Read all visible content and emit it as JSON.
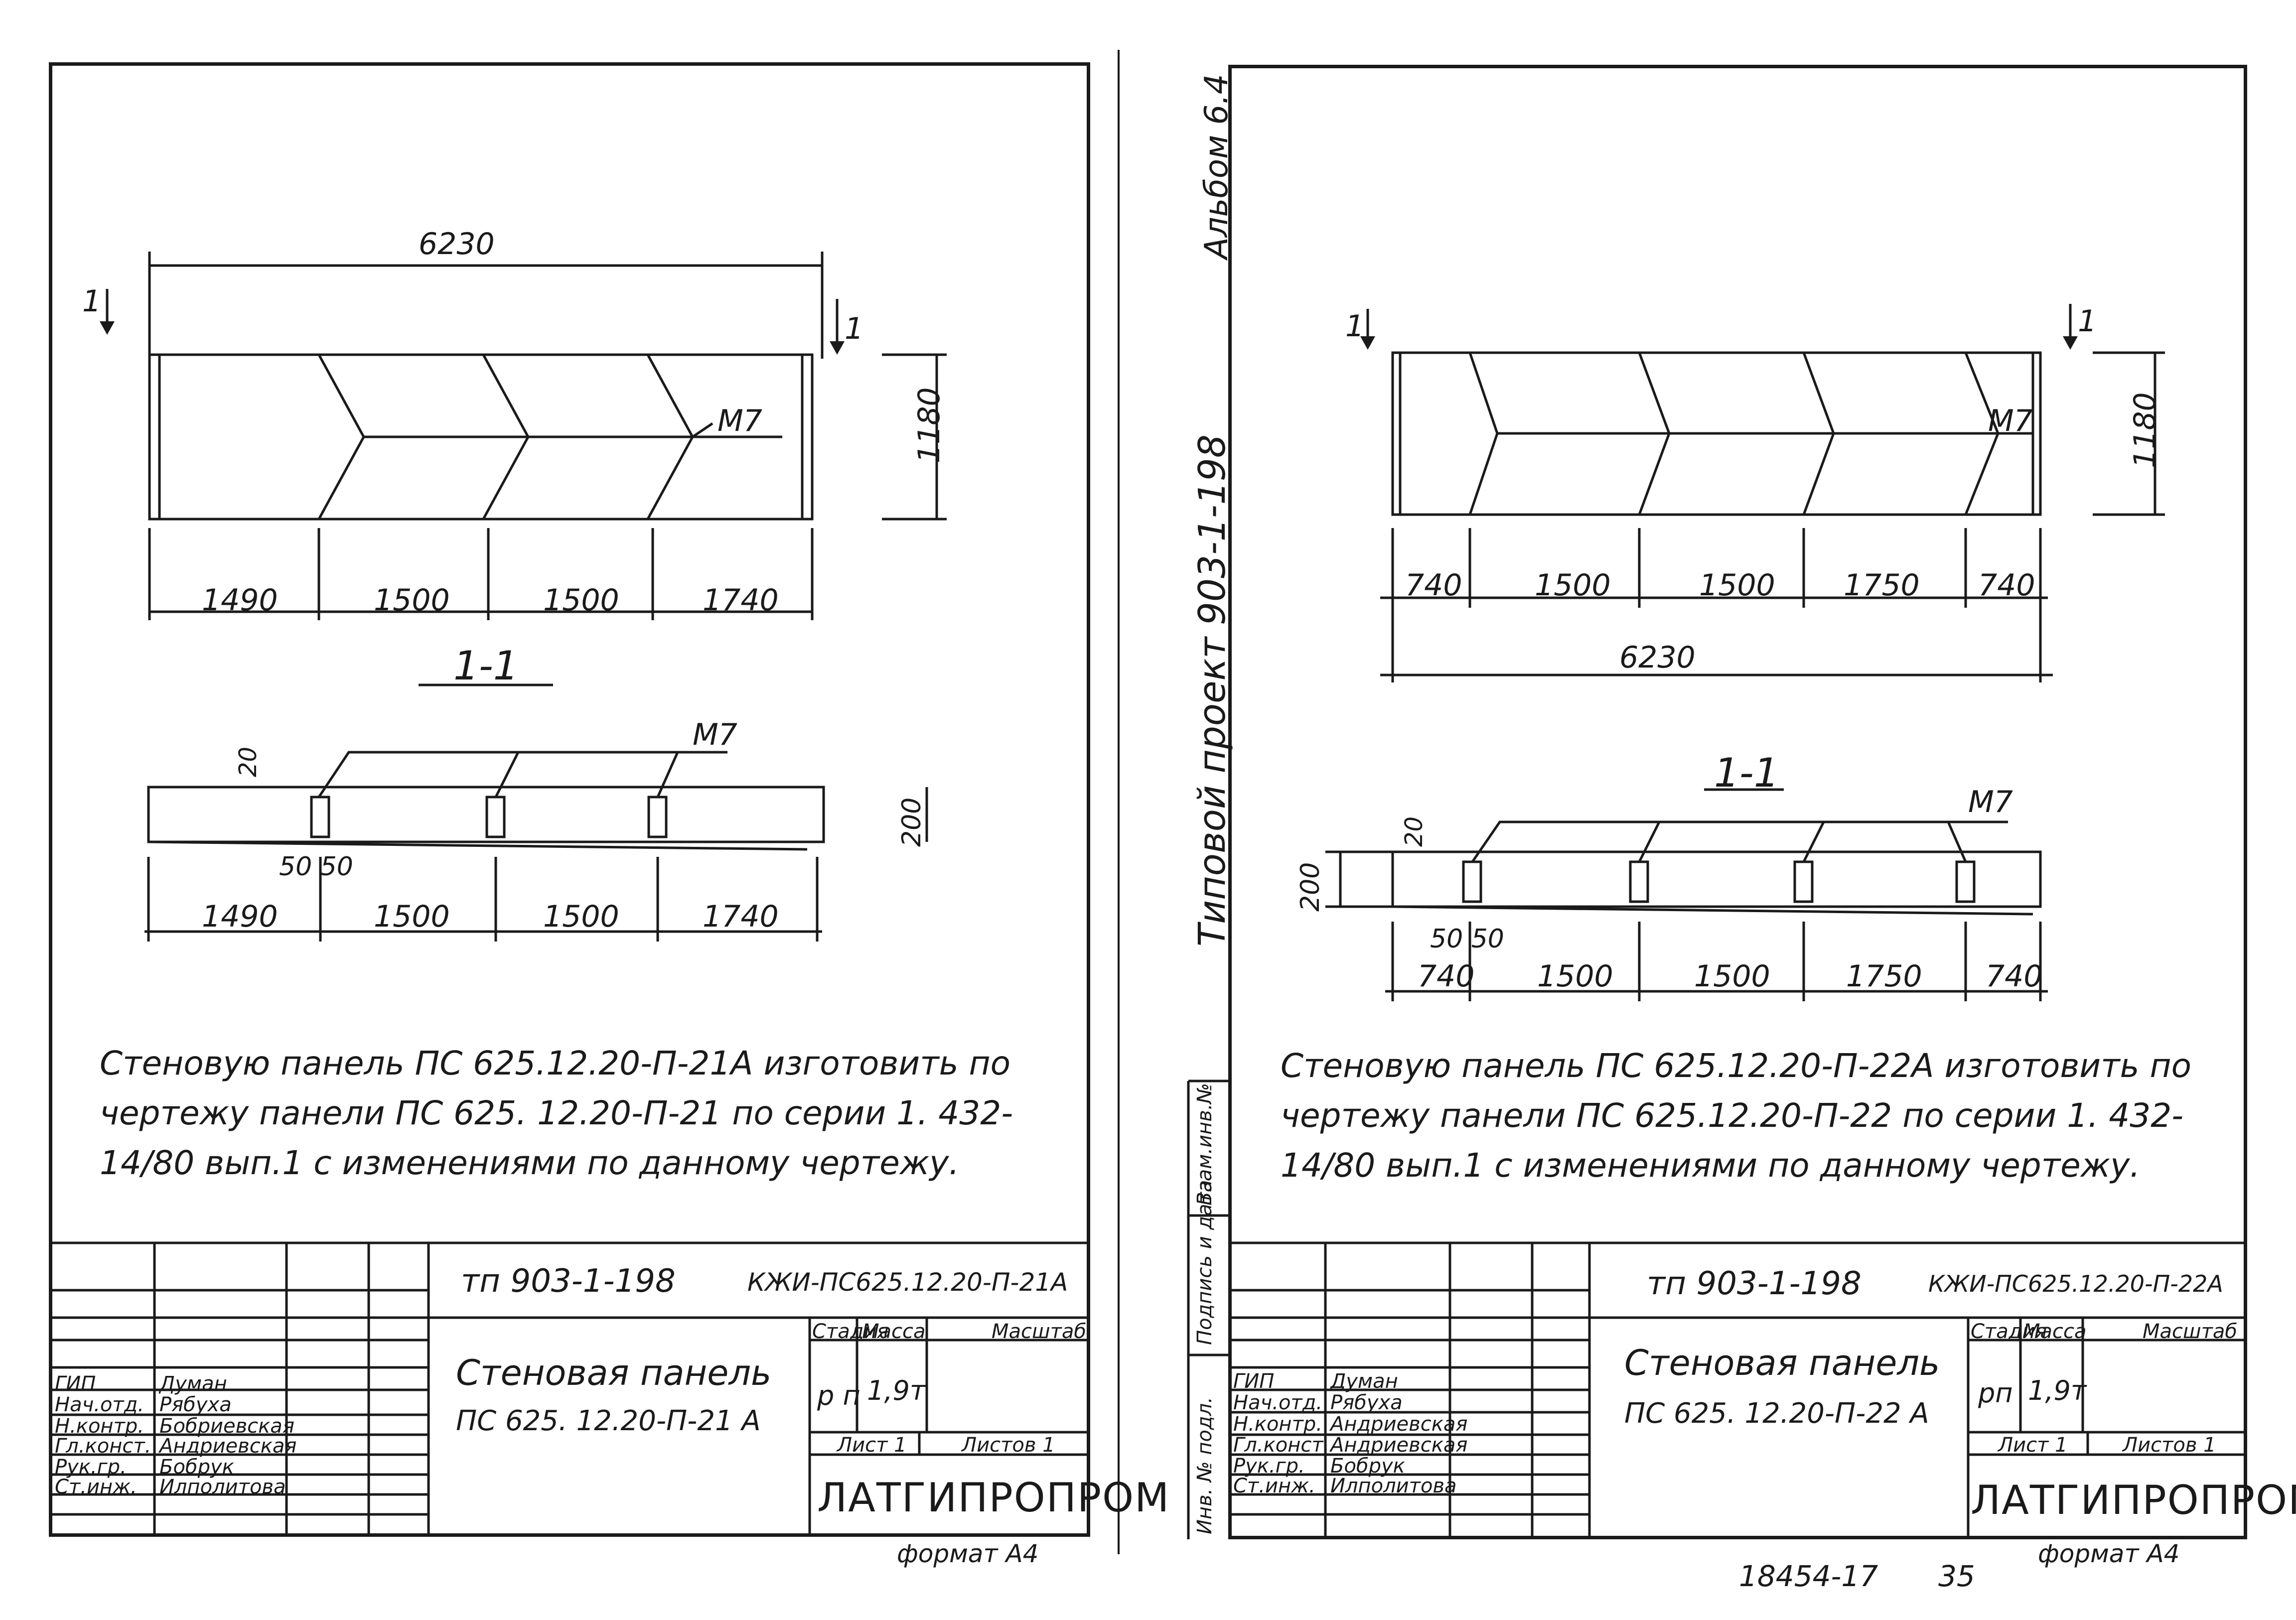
{
  "left_sheet": {
    "plan": {
      "overall": "6230",
      "height": "1180",
      "segments": [
        "1490",
        "1500",
        "1500",
        "1740"
      ],
      "cut_left": "1",
      "cut_right": "1",
      "mark": "М7"
    },
    "section": {
      "title": "1-1",
      "mark": "М7",
      "thickness": "200",
      "offset": "20",
      "gap": "50 50",
      "segments": [
        "1490",
        "1500",
        "1500",
        "1740"
      ]
    },
    "note": "Стеновую панель ПС 625.12.20-П-21А изготовить по чертежу панели ПС 625. 12.20-П-21 по серии 1. 432-14/80 вып.1 с изменениями по данному чертежу.",
    "title_block": {
      "project": "тп 903-1-198",
      "code": "КЖИ-ПС625.12.20-П-21А",
      "name_line1": "Стеновая панель",
      "name_line2": "ПС 625. 12.20-П-21 А",
      "stage_label": "Стадия",
      "mass_label": "Масса",
      "scale_label": "Масштаб",
      "stage": "р п",
      "mass": "1,9т",
      "sheet_label": "Лист 1",
      "sheets_label": "Листов 1",
      "org": "ЛАТГИПРОПРОМ",
      "roles": [
        "ГИП",
        "Нач.отд.",
        "Н.контр.",
        "Гл.конст.",
        "Рук.гр.",
        "Ст.инж."
      ],
      "names": [
        "Думан",
        "Рябуха",
        "Бобриевская",
        "Андриевская",
        "Бобрук",
        "Илполитова"
      ]
    },
    "format": "формат А4"
  },
  "right_sheet": {
    "album": "Альбом 6.4",
    "project_vertical": "Типовой проект 903-1-198",
    "side_labels": [
      "Инв. № подл.",
      "Подпись и дата",
      "Взам.инв.№"
    ],
    "plan": {
      "overall": "6230",
      "height": "1180",
      "segments": [
        "740",
        "1500",
        "1500",
        "1750",
        "740"
      ],
      "cut_left": "1",
      "cut_right": "1",
      "mark": "М7"
    },
    "section": {
      "title": "1-1",
      "mark": "М7",
      "thickness": "200",
      "offset": "20",
      "gap": "50 50",
      "segments": [
        "740",
        "1500",
        "1500",
        "1750",
        "740"
      ]
    },
    "note": "Стеновую панель ПС 625.12.20-П-22А изготовить по чертежу панели ПС 625.12.20-П-22 по серии 1. 432-14/80 вып.1 с изменениями по данному чертежу.",
    "title_block": {
      "project": "тп 903-1-198",
      "code": "КЖИ-ПС625.12.20-П-22А",
      "name_line1": "Стеновая панель",
      "name_line2": "ПС 625. 12.20-П-22 А",
      "stage_label": "Стадия",
      "mass_label": "Масса",
      "scale_label": "Масштаб",
      "stage": "рп",
      "mass": "1,9т",
      "sheet_label": "Лист 1",
      "sheets_label": "Листов 1",
      "org": "ЛАТГИПРОПРОМ",
      "roles": [
        "ГИП",
        "Нач.отд.",
        "Н.контр.",
        "Гл.конст.",
        "Рук.гр.",
        "Ст.инж."
      ],
      "names": [
        "Думан",
        "Рябуха",
        "Андриевская",
        "Андриевская",
        "Бобрук",
        "Илполитова"
      ]
    },
    "stamp_number": "18454-17",
    "page_number": "35",
    "format": "формат А4"
  }
}
